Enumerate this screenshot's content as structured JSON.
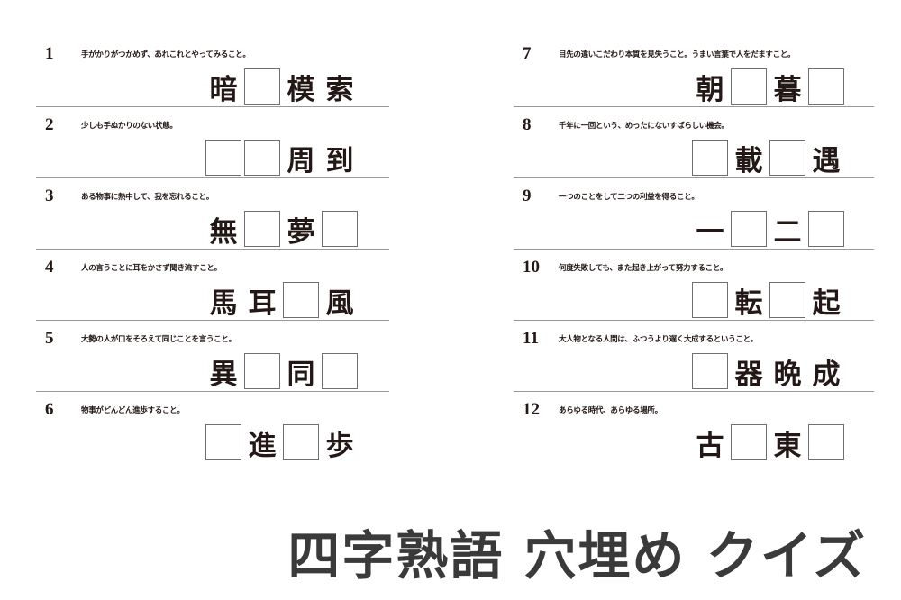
{
  "title": "四字熟語 穴埋め クイズ",
  "questions": [
    {
      "number": "1",
      "description": "手がかりがつかめず、あれこれとやってみること。",
      "slots": [
        "暗",
        "",
        "模",
        "索"
      ]
    },
    {
      "number": "2",
      "description": "少しも手ぬかりのない状態。",
      "slots": [
        "",
        "",
        "周",
        "到"
      ]
    },
    {
      "number": "3",
      "description": "ある物事に熱中して、我を忘れること。",
      "slots": [
        "無",
        "",
        "夢",
        ""
      ]
    },
    {
      "number": "4",
      "description": "人の言うことに耳をかさず聞き流すこと。",
      "slots": [
        "馬",
        "耳",
        "",
        "風"
      ]
    },
    {
      "number": "5",
      "description": "大勢の人が口をそろえて同じことを言うこと。",
      "slots": [
        "異",
        "",
        "同",
        ""
      ]
    },
    {
      "number": "6",
      "description": "物事がどんどん進歩すること。",
      "slots": [
        "",
        "進",
        "",
        "歩"
      ]
    },
    {
      "number": "7",
      "description": "目先の違いこだわり本質を見失うこと。うまい言葉で人をだますこと。",
      "slots": [
        "朝",
        "",
        "暮",
        ""
      ]
    },
    {
      "number": "8",
      "description": "千年に一回という、めったにないすばらしい機会。",
      "slots": [
        "",
        "載",
        "",
        "遇"
      ]
    },
    {
      "number": "9",
      "description": "一つのことをして二つの利益を得ること。",
      "slots": [
        "一",
        "",
        "二",
        ""
      ]
    },
    {
      "number": "10",
      "description": "何度失敗しても、また起き上がって努力すること。",
      "slots": [
        "",
        "転",
        "",
        "起"
      ]
    },
    {
      "number": "11",
      "description": "大人物となる人間は、ふつうより遅く大成するということ。",
      "slots": [
        "",
        "器",
        "晩",
        "成"
      ]
    },
    {
      "number": "12",
      "description": "あらゆる時代、あらゆる場所。",
      "slots": [
        "古",
        "",
        "東",
        ""
      ]
    }
  ]
}
